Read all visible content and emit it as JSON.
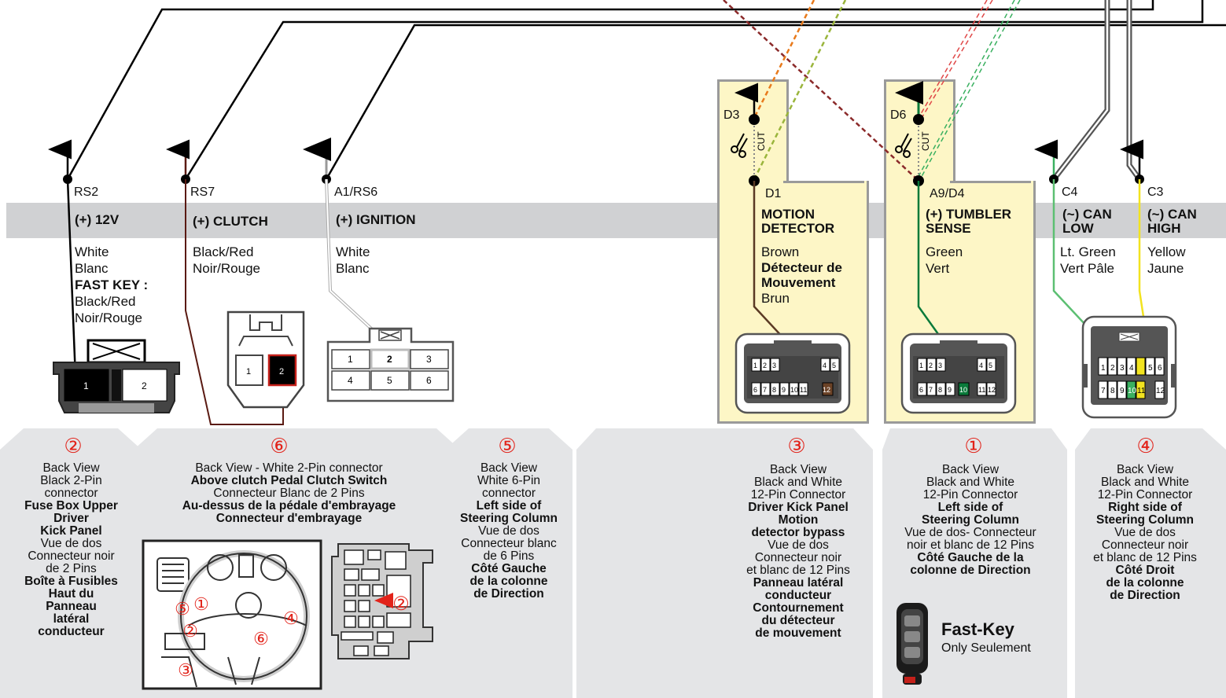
{
  "wires": [
    {
      "pin": "RS2",
      "function": "(+) 12V",
      "color_en": "White",
      "color_fr": "Blanc",
      "extra_label": "FAST KEY",
      "extra_en": "Black/Red",
      "extra_fr": "Noir/Rouge",
      "wire_color": "#000000"
    },
    {
      "pin": "RS7",
      "function": "(+) CLUTCH",
      "color_en": "Black/Red",
      "color_fr": "Noir/Rouge",
      "wire_color": "#5a1a12"
    },
    {
      "pin": "A1/RS6",
      "function": "(+) IGNITION",
      "color_en": "White",
      "color_fr": "Blanc",
      "wire_color": "#ffffff"
    },
    {
      "pin_top": "D3",
      "pin": "D1",
      "function_l1": "MOTION",
      "function_l2": "DETECTOR",
      "color_en": "Brown",
      "color_fr_b1": "Détecteur de",
      "color_fr_b2": "Mouvement",
      "color_fr": "Brun",
      "wire_color": "#5b3a24",
      "cut": "CUT"
    },
    {
      "pin_top": "D6",
      "pin": "A9/D4",
      "function_l1": "(+) TUMBLER",
      "function_l2": "SENSE",
      "color_en": "Green",
      "color_fr": "Vert",
      "wire_color": "#0a7a3a",
      "cut": "CUT"
    },
    {
      "pin": "C4",
      "function_l1": "(~) CAN",
      "function_l2": "LOW",
      "color_en": "Lt. Green",
      "color_fr": "Vert Pâle",
      "wire_color": "#5cbf72"
    },
    {
      "pin": "C3",
      "function_l1": "(~) CAN",
      "function_l2": "HIGH",
      "color_en": "Yellow",
      "color_fr": "Jaune",
      "wire_color": "#f2e320"
    }
  ],
  "connectors": {
    "c2pin_black": [
      "1",
      "2"
    ],
    "c2pin_white": [
      "1",
      "2"
    ],
    "c6pin": [
      "1",
      "2",
      "3",
      "4",
      "5",
      "6"
    ],
    "c12_top_left": [
      "1",
      "2",
      "3"
    ],
    "c12_top_right": [
      "4",
      "5"
    ],
    "c12_bottom": [
      "6",
      "7",
      "8",
      "9",
      "10",
      "11",
      "12"
    ],
    "c12r_top": [
      "1",
      "2",
      "3",
      "4",
      "5",
      "6"
    ],
    "c12r_bottom": [
      "7",
      "8",
      "9",
      "10",
      "11",
      "12"
    ]
  },
  "locations": [
    {
      "num": "②",
      "lines": [
        {
          "t": "Back View",
          "b": false
        },
        {
          "t": "Black 2-Pin",
          "b": false
        },
        {
          "t": "connector",
          "b": false
        },
        {
          "t": "Fuse Box Upper",
          "b": true
        },
        {
          "t": "Driver",
          "b": true
        },
        {
          "t": "Kick Panel",
          "b": true
        },
        {
          "t": "Vue de dos",
          "b": false
        },
        {
          "t": "Connecteur noir",
          "b": false
        },
        {
          "t": "de 2 Pins",
          "b": false
        },
        {
          "t": "Boîte à Fusibles",
          "b": true
        },
        {
          "t": "Haut du",
          "b": true
        },
        {
          "t": "Panneau",
          "b": true
        },
        {
          "t": "latéral",
          "b": true
        },
        {
          "t": "conducteur",
          "b": true
        }
      ]
    },
    {
      "num": "⑥",
      "lines": [
        {
          "t": "Back View - White 2-Pin connector",
          "b": false
        },
        {
          "t": "Above clutch Pedal Clutch Switch",
          "b": true
        },
        {
          "t": "Connecteur Blanc de 2 Pins",
          "b": false
        },
        {
          "t": "Au-dessus de la pédale d'embrayage",
          "b": true
        },
        {
          "t": "Connecteur d'embrayage",
          "b": true
        }
      ]
    },
    {
      "num": "⑤",
      "lines": [
        {
          "t": "Back View",
          "b": false
        },
        {
          "t": "White 6-Pin",
          "b": false
        },
        {
          "t": "connector",
          "b": false
        },
        {
          "t": "Left side of",
          "b": true
        },
        {
          "t": "Steering Column",
          "b": true
        },
        {
          "t": "Vue de dos",
          "b": false
        },
        {
          "t": "Connecteur blanc",
          "b": false
        },
        {
          "t": "de 6 Pins",
          "b": false
        },
        {
          "t": "Côté Gauche",
          "b": true
        },
        {
          "t": "de la colonne",
          "b": true
        },
        {
          "t": "de Direction",
          "b": true
        }
      ]
    },
    {
      "num": "③",
      "lines": [
        {
          "t": "Back View",
          "b": false
        },
        {
          "t": "Black and White",
          "b": false
        },
        {
          "t": "12-Pin Connector",
          "b": false
        },
        {
          "t": "Driver Kick Panel",
          "b": true
        },
        {
          "t": "Motion",
          "b": true
        },
        {
          "t": "detector bypass",
          "b": true
        },
        {
          "t": "Vue de dos",
          "b": false
        },
        {
          "t": "Connecteur noir",
          "b": false
        },
        {
          "t": "et blanc de 12 Pins",
          "b": false
        },
        {
          "t": "Panneau latéral",
          "b": true
        },
        {
          "t": "conducteur",
          "b": true
        },
        {
          "t": "Contournement",
          "b": true
        },
        {
          "t": "du détecteur",
          "b": true
        },
        {
          "t": "de mouvement",
          "b": true
        }
      ]
    },
    {
      "num": "①",
      "lines": [
        {
          "t": "Back View",
          "b": false
        },
        {
          "t": "Black and White",
          "b": false
        },
        {
          "t": "12-Pin Connector",
          "b": false
        },
        {
          "t": "Left side of",
          "b": true
        },
        {
          "t": "Steering Column",
          "b": true
        },
        {
          "t": "Vue de dos- Connecteur",
          "b": false
        },
        {
          "t": "noir et blanc de 12 Pins",
          "b": false
        },
        {
          "t": "Côté Gauche de la",
          "b": true
        },
        {
          "t": "colonne de Direction",
          "b": true
        }
      ]
    },
    {
      "num": "④",
      "lines": [
        {
          "t": "Back View",
          "b": false
        },
        {
          "t": "Black and White",
          "b": false
        },
        {
          "t": "12-Pin Connector",
          "b": false
        },
        {
          "t": "Right side of",
          "b": true
        },
        {
          "t": "Steering Column",
          "b": true
        },
        {
          "t": "Vue de dos",
          "b": false
        },
        {
          "t": "Connecteur noir",
          "b": false
        },
        {
          "t": "et blanc de 12 Pins",
          "b": false
        },
        {
          "t": "Côté Droit",
          "b": true
        },
        {
          "t": "de la colonne",
          "b": true
        },
        {
          "t": "de Direction",
          "b": true
        }
      ]
    }
  ],
  "fastkey": {
    "title": "Fast-Key",
    "subtitle": "Only Seulement"
  },
  "dash_markers": [
    "⑤",
    "①",
    "②",
    "⑥",
    "④",
    "③"
  ],
  "fusebox_marker": "②",
  "colors": {
    "band": "#d0d1d3",
    "highlight": "#fdf6c6",
    "panel": "#e4e5e7",
    "marker": "#e2231a"
  }
}
